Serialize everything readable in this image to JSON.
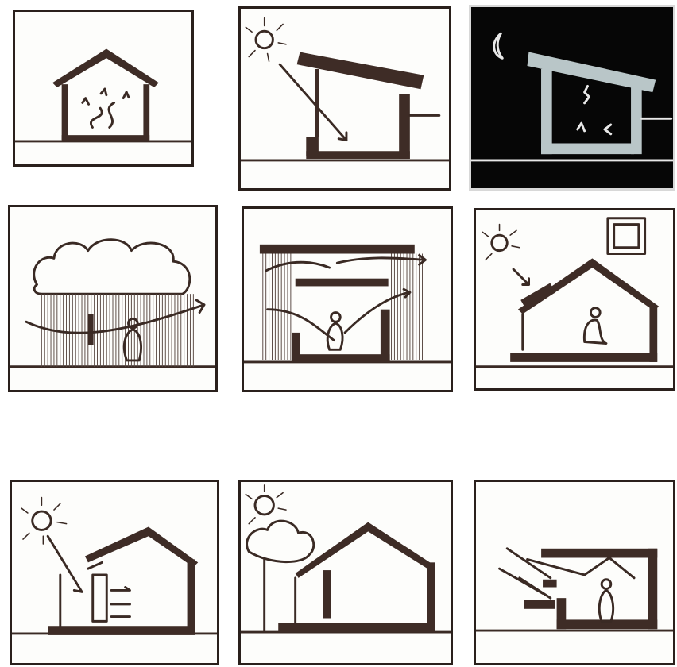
{
  "sheet": {
    "panels": [
      {
        "id": 1,
        "icon": "house-heat-rising-icon"
      },
      {
        "id": 2,
        "icon": "sun-direct-gain-icon"
      },
      {
        "id": 3,
        "icon": "moon-night-heat-release-icon"
      },
      {
        "id": 4,
        "icon": "tree-canopy-shade-breeze-icon"
      },
      {
        "id": 5,
        "icon": "double-roof-ventilation-icon"
      },
      {
        "id": 6,
        "icon": "solar-water-heater-icon"
      },
      {
        "id": 7,
        "icon": "sun-thermal-wall-icon"
      },
      {
        "id": 8,
        "icon": "tree-shading-house-icon"
      },
      {
        "id": 9,
        "icon": "light-shelf-daylight-icon"
      }
    ],
    "colors": {
      "ink": "#3a2a24",
      "paper": "#fdfdfb",
      "night": "#060606",
      "chalk": "#e8e8e8"
    }
  }
}
